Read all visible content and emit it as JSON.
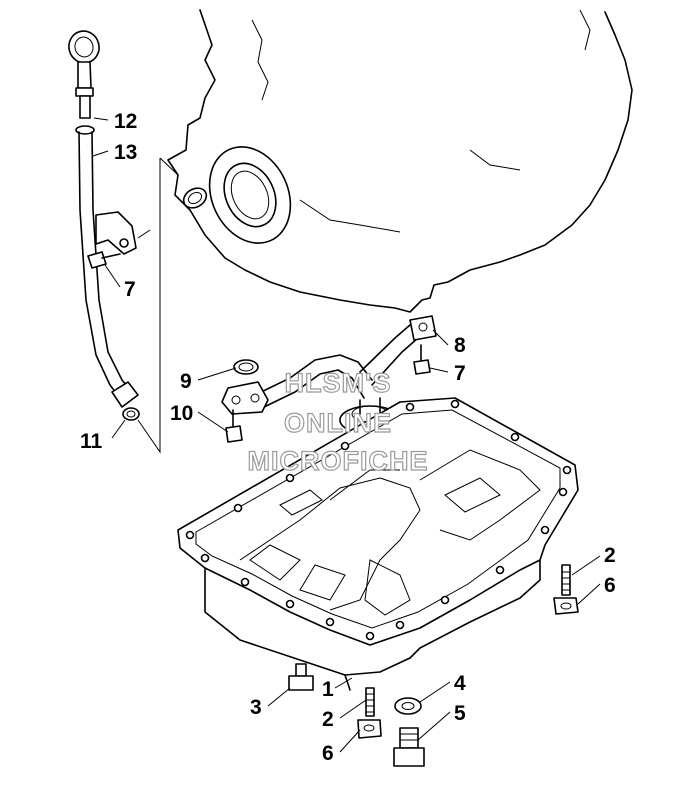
{
  "watermark": {
    "line1": "HLSM'S",
    "line2": "ONLINE",
    "line3": "MICROFICHE"
  },
  "callouts": {
    "c1": "1",
    "c2a": "2",
    "c2b": "2",
    "c3": "3",
    "c4": "4",
    "c5": "5",
    "c6a": "6",
    "c6b": "6",
    "c7a": "7",
    "c7b": "7",
    "c8": "8",
    "c9": "9",
    "c10": "10",
    "c11": "11",
    "c12": "12",
    "c13": "13"
  }
}
